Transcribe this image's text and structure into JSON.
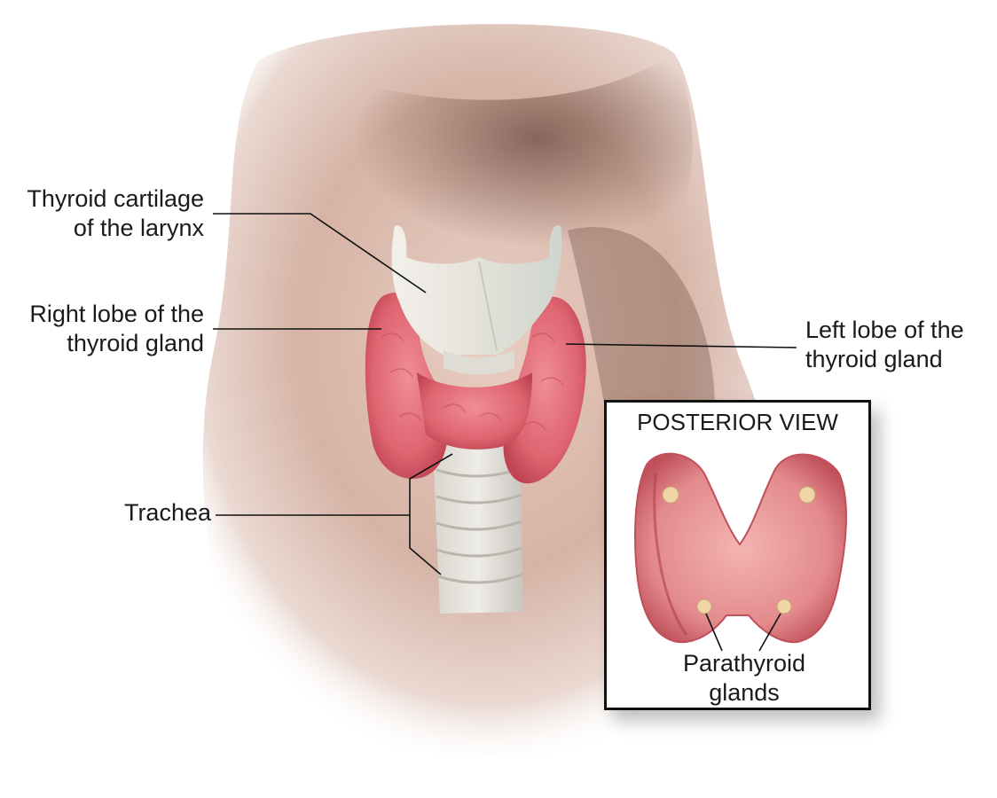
{
  "labels": {
    "thyroid_cartilage": [
      "Thyroid cartilage",
      "of the larynx"
    ],
    "right_lobe": [
      "Right lobe of the",
      "thyroid gland"
    ],
    "left_lobe": [
      "Left lobe of the",
      "thyroid gland"
    ],
    "trachea": "Trachea"
  },
  "inset": {
    "title": "POSTERIOR VIEW",
    "parathyroid": [
      "Parathyroid",
      "glands"
    ]
  },
  "colors": {
    "thyroid": "#e0707a",
    "thyroid_dark": "#b8404c",
    "cartilage": "#e8e6df",
    "skin": "#d8b8aa",
    "parathyroid": "#f0d6a6"
  }
}
